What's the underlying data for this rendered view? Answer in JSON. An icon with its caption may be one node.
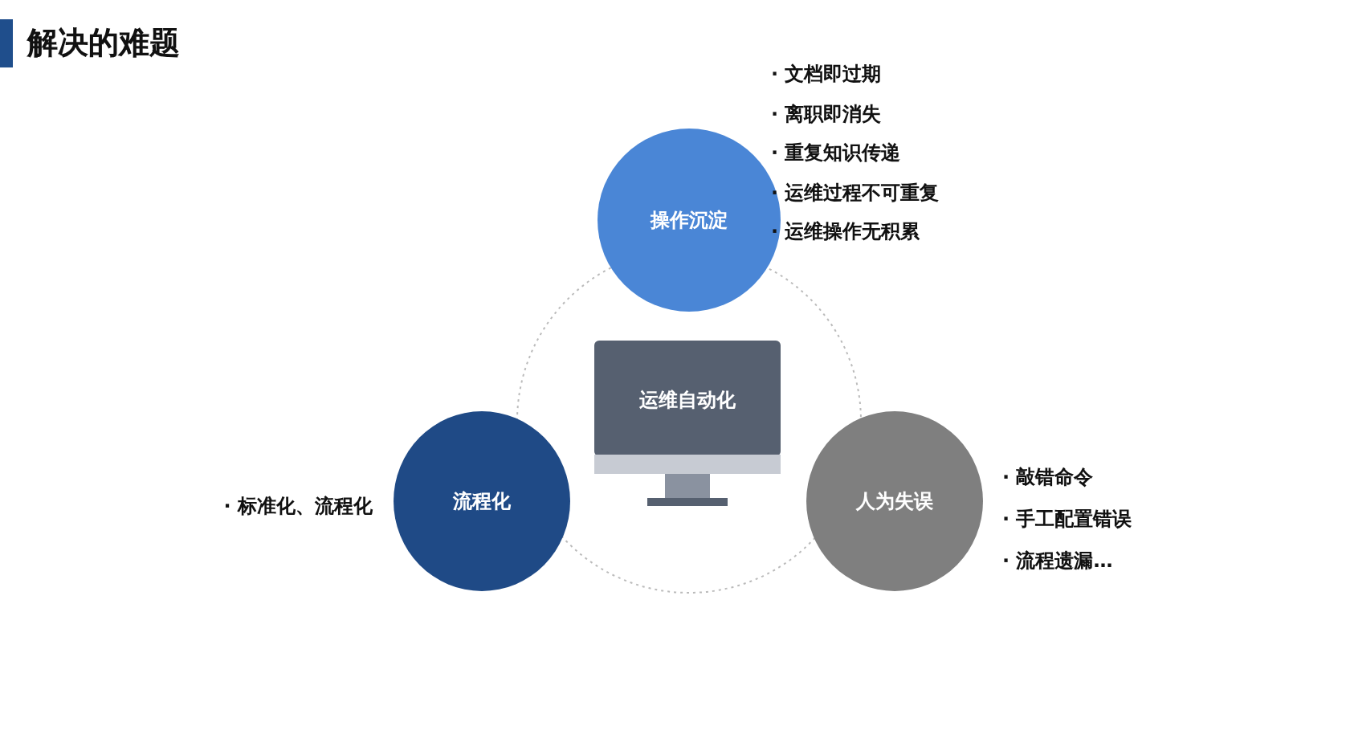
{
  "diagram": {
    "title": "解决的难题",
    "nodes": [
      {
        "text": [
          "操作沉淀"
        ],
        "beside": [
          "· 文档即过期",
          "· 离职即消失",
          "· 重复知识传递",
          "· 运维过程不可重复",
          "· 运维操作无积累"
        ]
      },
      {
        "text": [
          "运维自动化"
        ]
      },
      {
        "text": [
          "流程化"
        ],
        "beside": [
          "· 标准化、流程化"
        ]
      },
      {
        "text": [
          "人为失误"
        ],
        "beside": [
          "· 敲错命令",
          "· 手工配置错误",
          "· 流程遗漏…"
        ]
      }
    ]
  }
}
